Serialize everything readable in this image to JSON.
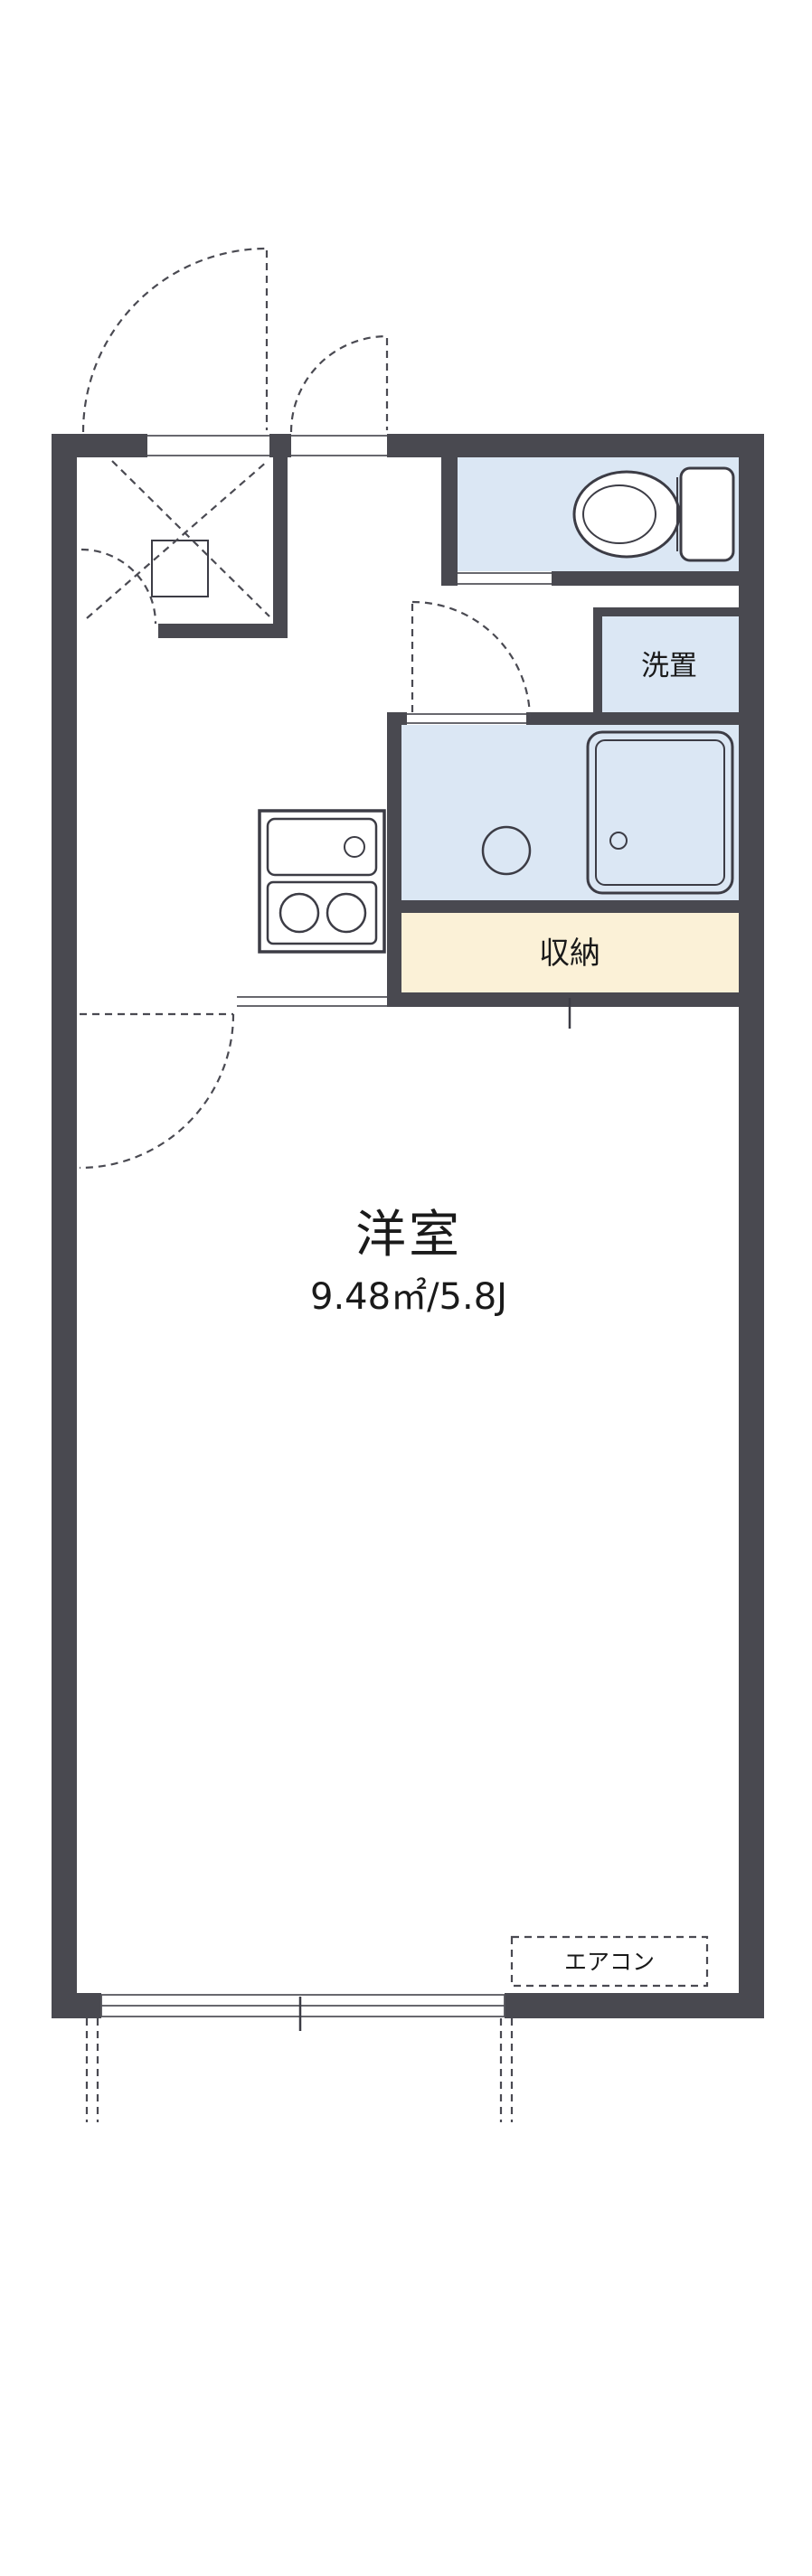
{
  "floorplan": {
    "rooms": {
      "western_room": {
        "name": "洋室",
        "area": "9.48㎡/5.8J"
      },
      "storage": {
        "name": "収納"
      },
      "laundry": {
        "name": "洗置"
      },
      "aircon": {
        "name": "エアコン"
      }
    },
    "colors": {
      "wall": "#494950",
      "wet_area_fill": "#dbe7f4",
      "storage_fill": "#fbf1d7",
      "fixture_line": "#3c3c45",
      "text": "#1a1a1a",
      "background": "#ffffff"
    }
  }
}
